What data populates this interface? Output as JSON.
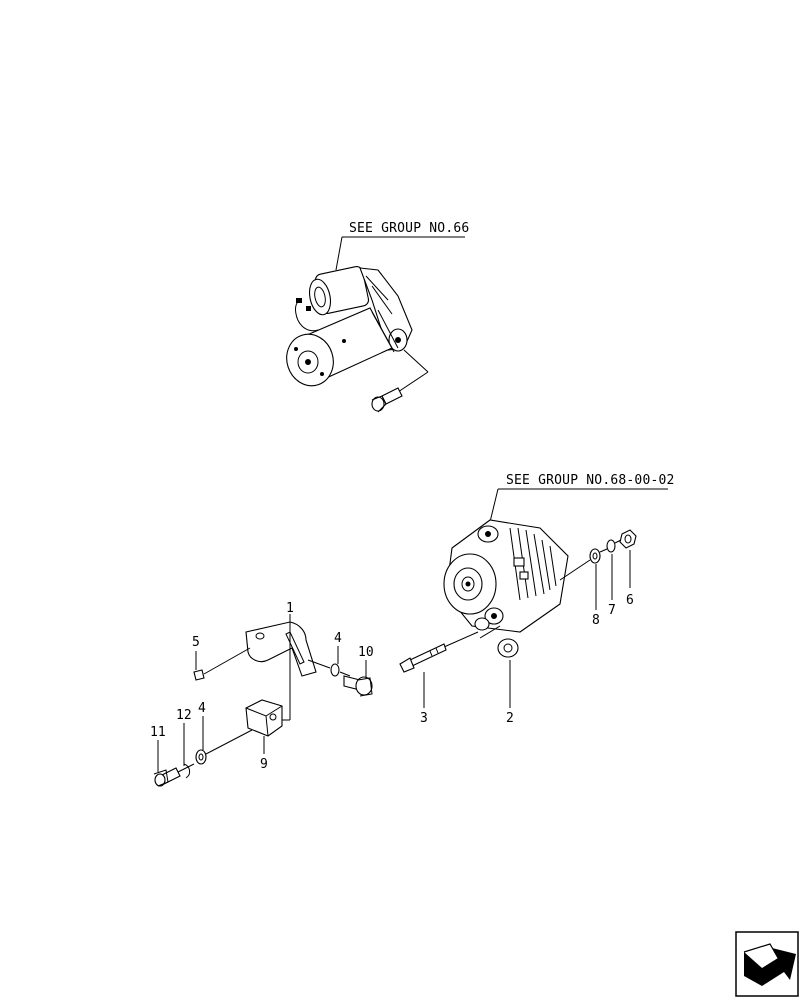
{
  "references": {
    "starter": "SEE GROUP NO.66",
    "alternator": "SEE GROUP NO.68-00-02"
  },
  "callouts": {
    "c1": "1",
    "c2": "2",
    "c3": "3",
    "c4a": "4",
    "c4b": "4",
    "c5": "5",
    "c6": "6",
    "c7": "7",
    "c8": "8",
    "c9": "9",
    "c10": "10",
    "c11": "11",
    "c12": "12"
  },
  "icons": {
    "next_page": "next-page-arrow-icon"
  }
}
